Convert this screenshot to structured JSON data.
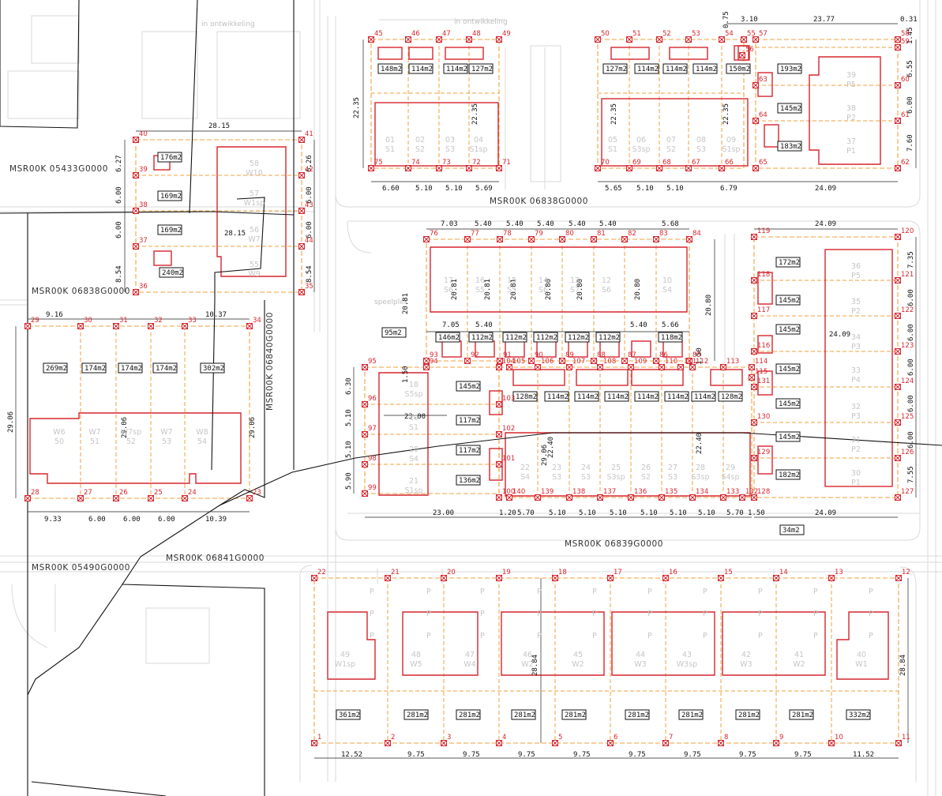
{
  "parcels": {
    "p05433": "MSR00K 05433G0000",
    "p06838a": "MSR00K 06838G0000",
    "p06838b": "MSR00K 06838G0000",
    "p06840": "MSR00K 06840G0000",
    "p06839": "MSR00K 06839G0000",
    "p05490": "MSR00K 05490G0000",
    "p06841": "MSR00K 06841G0000"
  },
  "labels": {
    "in_ontwikkeling_1": "in ontwikkeling",
    "in_ontwikkeling_2": "in ontwikkeling",
    "speelplek": "speelplek"
  },
  "areas": {
    "a148": "148m2",
    "a114a": "114m2",
    "a114b": "114m2",
    "a127a": "127m2",
    "a127b": "127m2",
    "a114c": "114m2",
    "a114d": "114m2",
    "a114e": "114m2",
    "a150": "150m2",
    "a193": "193m2",
    "a145a": "145m2",
    "a183": "183m2",
    "a176": "176m2",
    "a169a": "169m2",
    "a169b": "169m2",
    "a240": "240m2",
    "a269": "269m2",
    "a174a": "174m2",
    "a174b": "174m2",
    "a174c": "174m2",
    "a302": "302m2",
    "a95": "95m2",
    "a146": "146m2",
    "a112a": "112m2",
    "a112b": "112m2",
    "a112c": "112m2",
    "a112d": "112m2",
    "a112e": "112m2",
    "a118": "118m2",
    "a172": "172m2",
    "a145b": "145m2",
    "a145c": "145m2",
    "a145d": "145m2",
    "a145e": "145m2",
    "a145f": "145m2",
    "a182": "182m2",
    "a145g": "145m2",
    "a117a": "117m2",
    "a117b": "117m2",
    "a136": "136m2",
    "a128a": "128m2",
    "a114f": "114m2",
    "a114g": "114m2",
    "a114h": "114m2",
    "a114i": "114m2",
    "a114j": "114m2",
    "a114k": "114m2",
    "a128b": "128m2",
    "a34": "34m2",
    "a361": "361m2",
    "a281a": "281m2",
    "a281b": "281m2",
    "a281c": "281m2",
    "a281d": "281m2",
    "a281e": "281m2",
    "a281f": "281m2",
    "a281g": "281m2",
    "a281h": "281m2",
    "a332": "332m2"
  },
  "dimensions": {
    "d_top_a": [
      "6.60",
      "5.10",
      "5.10",
      "5.69"
    ],
    "d_top_b": [
      "5.65",
      "5.10",
      "5.10",
      "6.79"
    ],
    "d_top_c": "24.09",
    "d_top_h1": "22.35",
    "d_top_h2": "22.35",
    "d_top_h3": "22.35",
    "d_top_h4": "22.35",
    "d_top_r": [
      "1.45",
      "6.55",
      "6.00",
      "7.60"
    ],
    "d_top_w": [
      "0.75",
      "3.10",
      "23.77",
      "0.31"
    ],
    "d_w10_top": "28.15",
    "d_w10_mid": "28.15",
    "d_w10_l": [
      "6.27",
      "6.00",
      "6.00",
      "8.54"
    ],
    "d_w10_r": [
      "6.26",
      "6.00",
      "6.00",
      "8.54"
    ],
    "d_w_top": [
      "9.16",
      "10.37"
    ],
    "d_w_bot": [
      "9.33",
      "6.00",
      "6.00",
      "6.00",
      "10.39"
    ],
    "d_w_h": [
      "29.06",
      "29.06",
      "29.06"
    ],
    "d_mid_top": [
      "7.03",
      "5.40",
      "5.40",
      "5.40",
      "5.40",
      "5.40",
      "5.68"
    ],
    "d_mid_in": [
      "7.05",
      "5.40",
      "5.40",
      "5.66"
    ],
    "d_mid_h": [
      "20.81",
      "20.81",
      "20.81",
      "20.81",
      "20.80",
      "20.80",
      "20.80",
      "20.80"
    ],
    "d_mid_r": "24.09",
    "d_mid_r2": "24.09",
    "d_mid_r3": "24.09",
    "d_mid_rv": [
      "7.35",
      "6.00",
      "6.00",
      "6.00",
      "6.00",
      "6.00",
      "7.55"
    ],
    "d_mid_l": [
      "6.30",
      "5.10",
      "5.10",
      "5.90"
    ],
    "d_mid_small": [
      "1.50",
      "1.50"
    ],
    "d_mid_w": "23.00",
    "d_mid_bot": [
      "23.00",
      "1.20",
      "5.70",
      "5.10",
      "5.10",
      "5.10",
      "5.10",
      "5.10",
      "5.10",
      "5.70",
      "1.50"
    ],
    "d_mid_h2": [
      "29.06",
      "22.40",
      "22.40"
    ],
    "d_bot": [
      "12.52",
      "9.75",
      "9.75",
      "9.75",
      "9.75",
      "9.75",
      "9.75",
      "9.75",
      "9.75",
      "11.52"
    ],
    "d_bot_h": [
      "28.84",
      "28.84"
    ]
  },
  "units": {
    "top": [
      [
        "01",
        "S1"
      ],
      [
        "02",
        "S2"
      ],
      [
        "03",
        "S3"
      ],
      [
        "04",
        "S1sp"
      ],
      [
        "05",
        "S1"
      ],
      [
        "06",
        "S3sp"
      ],
      [
        "07",
        "S2"
      ],
      [
        "08",
        "S3"
      ],
      [
        "09",
        "S1sp"
      ]
    ],
    "topr": [
      [
        "39",
        "P5"
      ],
      [
        "38",
        "P2"
      ],
      [
        "37",
        "P1"
      ]
    ],
    "w10": [
      [
        "58",
        "W10"
      ],
      [
        "57",
        "W1sp"
      ],
      [
        "56",
        "W7"
      ],
      [
        "55",
        "W9"
      ]
    ],
    "wrow": [
      [
        "W6",
        "50"
      ],
      [
        "W7",
        "51"
      ],
      [
        "W7sp",
        "52"
      ],
      [
        "W7",
        "53"
      ],
      [
        "W8",
        "54"
      ]
    ],
    "midtop": [
      [
        "17",
        "S6"
      ],
      [
        "16",
        "S5"
      ],
      [
        "15",
        "S5"
      ],
      [
        "14",
        "S6"
      ],
      [
        "13",
        "S7"
      ],
      [
        "12",
        "S6"
      ],
      [
        "10",
        "S4"
      ]
    ],
    "midl": [
      [
        "18",
        "S5sp"
      ],
      [
        "19",
        "S1"
      ],
      [
        "20",
        "S4"
      ],
      [
        "21",
        "S1sp"
      ]
    ],
    "midb": [
      [
        "22",
        "S4"
      ],
      [
        "23",
        "S3"
      ],
      [
        "24",
        "S3"
      ],
      [
        "25",
        "S3sp"
      ],
      [
        "26",
        "S2"
      ],
      [
        "27",
        "S3"
      ],
      [
        "28",
        "S3sp"
      ],
      [
        "29",
        "S4sp"
      ]
    ],
    "midr": [
      [
        "36",
        "P5"
      ],
      [
        "35",
        "P2"
      ],
      [
        "34",
        "P3"
      ],
      [
        "33",
        "P4"
      ],
      [
        "32",
        "P3"
      ],
      [
        "31",
        "P2"
      ],
      [
        "30",
        "P1"
      ]
    ],
    "bot": [
      [
        "49",
        "W1sp"
      ],
      [
        "48",
        "W5"
      ],
      [
        "47",
        "W4"
      ],
      [
        "46",
        "W2"
      ],
      [
        "45",
        "W2"
      ],
      [
        "44",
        "W3"
      ],
      [
        "43",
        "W3sp"
      ],
      [
        "42",
        "W3"
      ],
      [
        "41",
        "W2"
      ],
      [
        "40",
        "W1"
      ]
    ],
    "parking": "P"
  }
}
